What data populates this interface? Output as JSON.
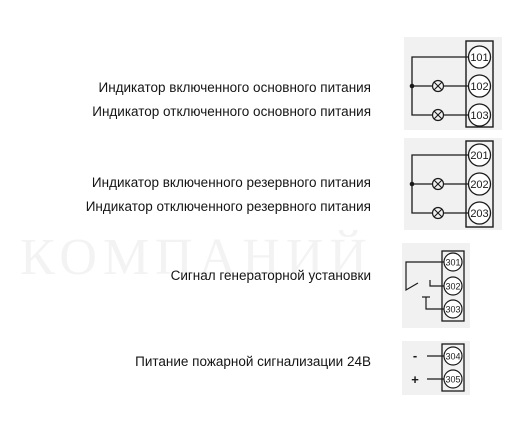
{
  "watermark": "КОМПАНИЙ",
  "labels": {
    "main_on": "Индикатор включенного основного питания",
    "main_off": "Индикатор отключенного основного питания",
    "reserve_on": "Индикатор включенного резервного питания",
    "reserve_off": "Индикатор отключенного резервного питания",
    "generator": "Сигнал генераторной установки",
    "fire": "Питание пожарной сигнализации 24В"
  },
  "terminals": {
    "main": [
      "101",
      "102",
      "103"
    ],
    "reserve": [
      "201",
      "202",
      "203"
    ],
    "generator": [
      "301",
      "302",
      "303"
    ],
    "fire": [
      "304",
      "305"
    ]
  },
  "polarity": {
    "minus": "-",
    "plus": "+"
  },
  "colors": {
    "panel": "#f1f1f1",
    "line": "#1a1a1a",
    "text": "#141414",
    "watermark": "#f3f3f3"
  }
}
